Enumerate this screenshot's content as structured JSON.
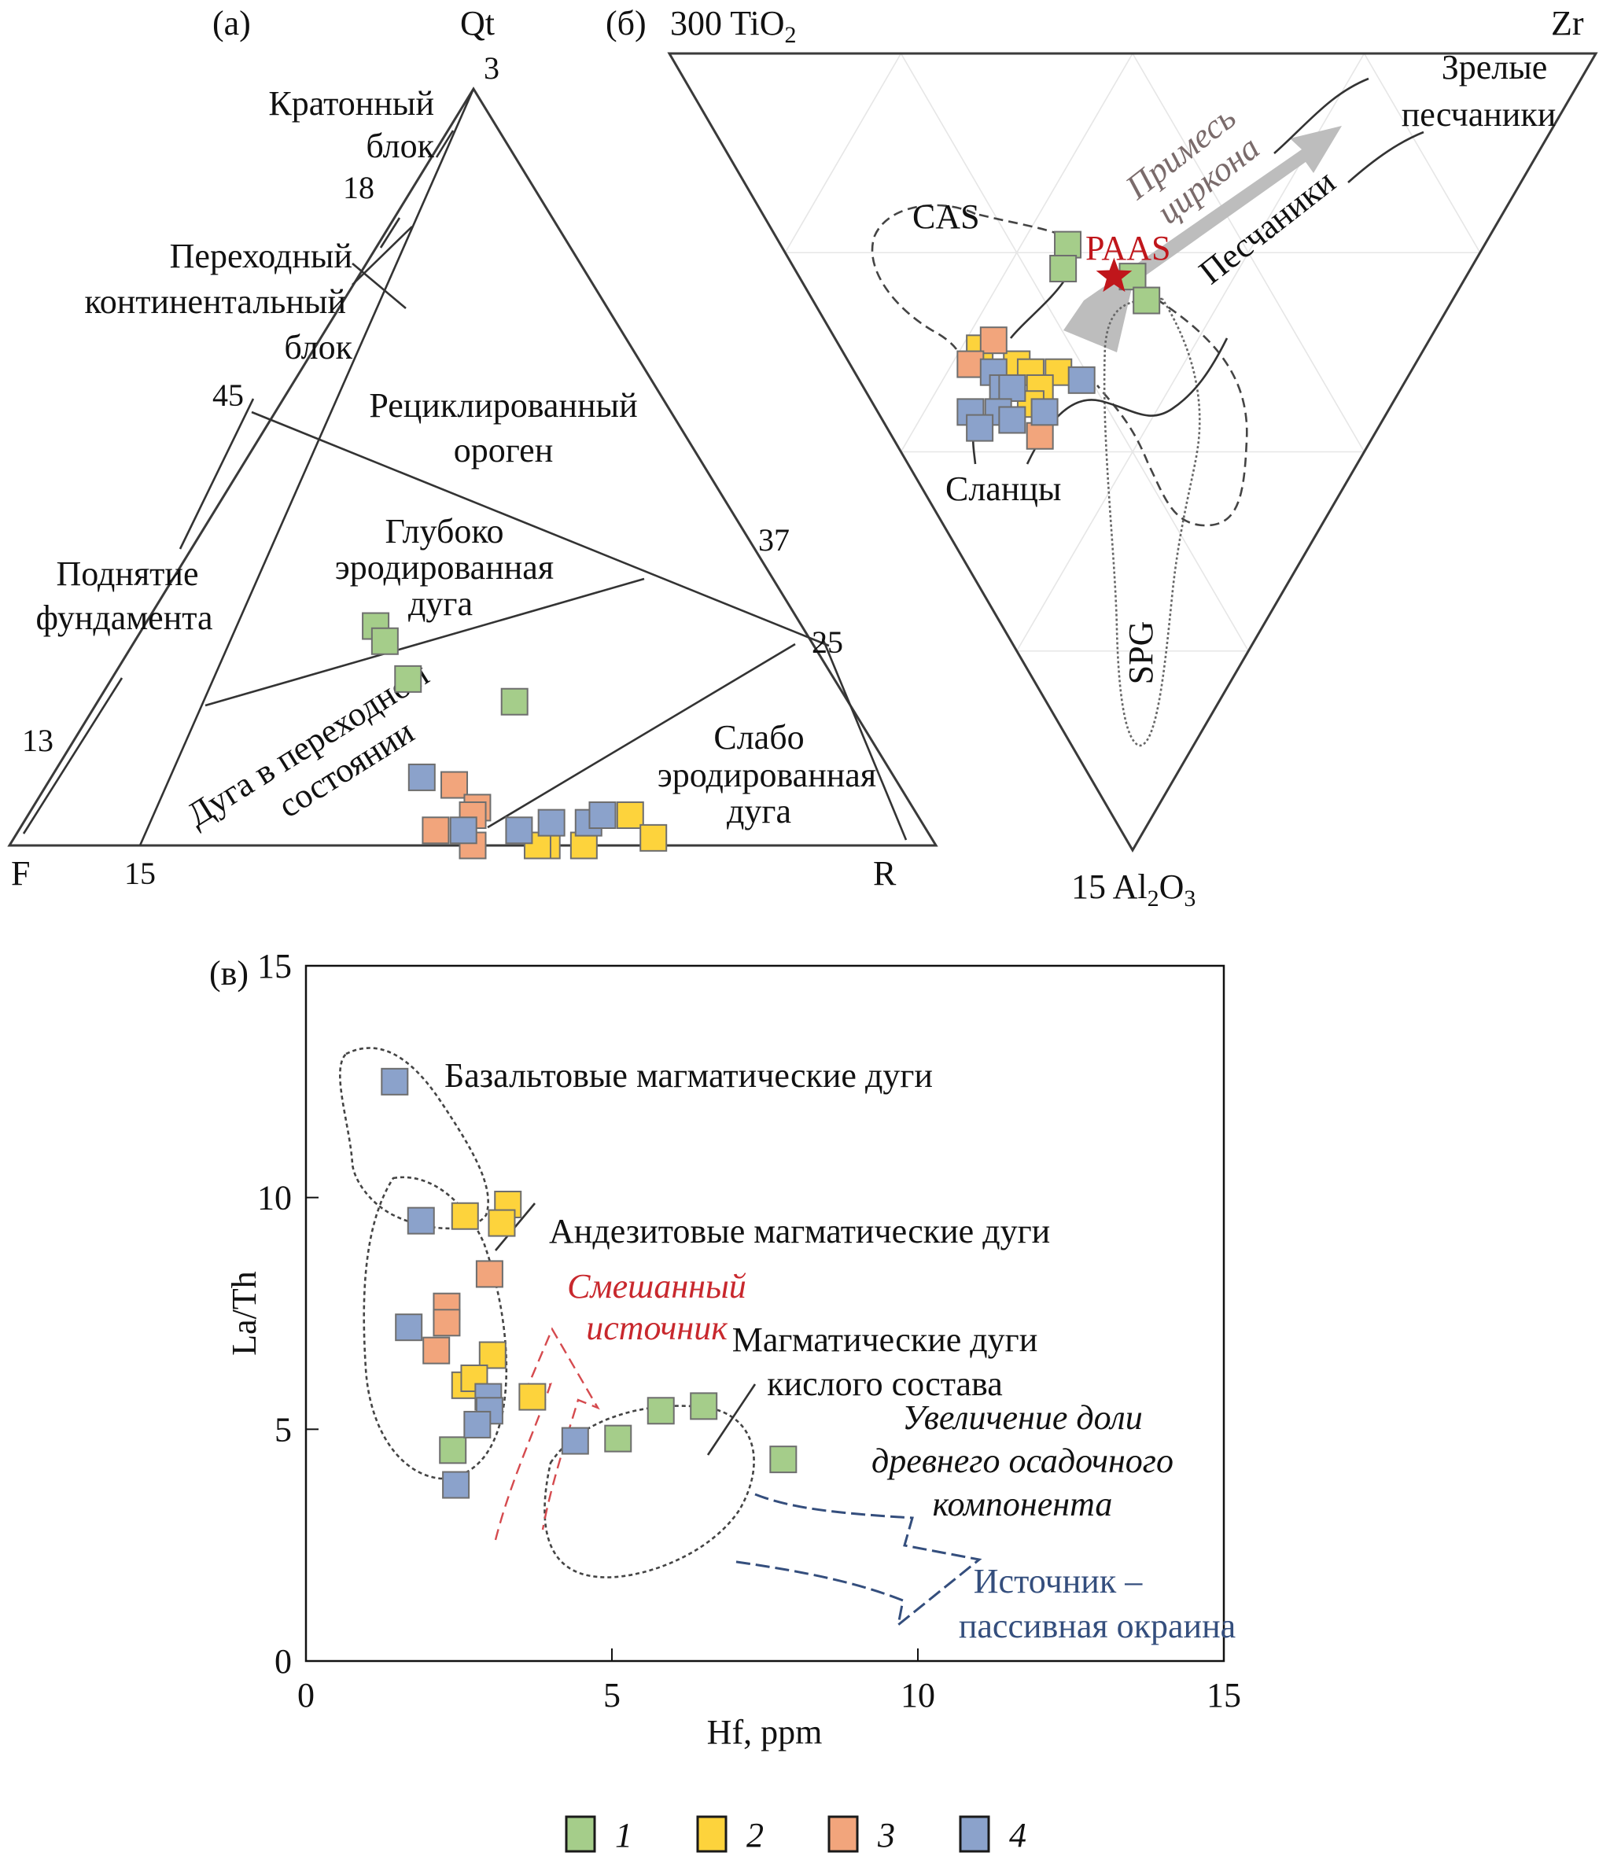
{
  "chart_data": [
    {
      "panel": "а",
      "type": "scatter",
      "subtype": "ternary",
      "panel_label": "(а)",
      "vertices": {
        "top": "Qt",
        "left": "F",
        "right": "R"
      },
      "tick_labels": [
        "3",
        "18",
        "45",
        "13",
        "15",
        "37",
        "25"
      ],
      "fields": [
        "Кратонный блок",
        "Переходный континентальный блок",
        "Поднятие фундамента",
        "Рециклированный ороген",
        "Глубоко эродированная дуга",
        "Дуга в переходном состоянии",
        "Слабо эродированная дуга"
      ],
      "field_text": {
        "craton_1": "Кратонный",
        "craton_2": "блок",
        "trans_1": "Переходный",
        "trans_2": "континентальный",
        "trans_3": "блок",
        "uplift_1": "Поднятие",
        "uplift_2": "фундамента",
        "recycled_1": "Рециклированный",
        "recycled_2": "ороген",
        "deep_1": "Глубоко",
        "deep_2": "эродированная",
        "deep_3": "дуга",
        "transarc_1": "Дуга в переходном",
        "transarc_2": "состоянии",
        "weak_1": "Слабо",
        "weak_2": "эродированная",
        "weak_3": "дуга"
      },
      "units": "percent (Qt/F/R)",
      "series": [
        {
          "name": "1",
          "color": "#a5cd8a",
          "points": [
            {
              "Qt": 29,
              "F": 46,
              "R": 25
            },
            {
              "Qt": 27,
              "F": 46,
              "R": 27
            },
            {
              "Qt": 22,
              "F": 46,
              "R": 32
            },
            {
              "Qt": 19,
              "F": 36,
              "R": 45
            }
          ]
        },
        {
          "name": "2",
          "color": "#fdd33c",
          "points": [
            {
              "Qt": 4,
              "F": 31,
              "R": 65
            },
            {
              "Qt": 1,
              "F": 30,
              "R": 69
            },
            {
              "Qt": 0,
              "F": 38,
              "R": 62
            },
            {
              "Qt": 0,
              "F": 42,
              "R": 58
            },
            {
              "Qt": 0,
              "F": 43,
              "R": 57
            }
          ]
        },
        {
          "name": "3",
          "color": "#f2a57c",
          "points": [
            {
              "Qt": 8,
              "F": 48,
              "R": 44
            },
            {
              "Qt": 5,
              "F": 47,
              "R": 48
            },
            {
              "Qt": 4,
              "F": 48,
              "R": 48
            },
            {
              "Qt": 2,
              "F": 53,
              "R": 45
            },
            {
              "Qt": 0,
              "F": 50,
              "R": 50
            }
          ]
        },
        {
          "name": "4",
          "color": "#8ba2cb",
          "points": [
            {
              "Qt": 9,
              "F": 51,
              "R": 40
            },
            {
              "Qt": 2,
              "F": 50,
              "R": 48
            },
            {
              "Qt": 2,
              "F": 44,
              "R": 54
            },
            {
              "Qt": 3,
              "F": 40,
              "R": 57
            },
            {
              "Qt": 3,
              "F": 36,
              "R": 61
            },
            {
              "Qt": 4,
              "F": 34,
              "R": 62
            }
          ]
        }
      ]
    },
    {
      "panel": "б",
      "type": "scatter",
      "subtype": "ternary",
      "panel_label": "(б)",
      "vertices": {
        "top_left": "300 TiO2",
        "top_right": "Zr",
        "bottom": "15 Al2O3"
      },
      "vertex_text": {
        "ti_pre": "300 TiO",
        "ti_sub": "2",
        "zr": "Zr",
        "al_pre": "15 Al",
        "al_sub1": "2",
        "al_mid": "O",
        "al_sub2": "3"
      },
      "annotations": {
        "cas": "CAS",
        "paas": "PAAS",
        "spg": "SPG",
        "shales": "Сланцы",
        "sandstones": "Песчаники",
        "mature_1": "Зрелые",
        "mature_2": "песчаники",
        "zircon_1": "Примесь",
        "zircon_2": "циркона"
      },
      "reference_point": {
        "name": "PAAS",
        "color": "#c0161b",
        "TiO2": 38,
        "Zr": 34,
        "Al2O3": 28
      },
      "units": "percent (300TiO2/Zr/15Al2O3)",
      "series": [
        {
          "name": "1",
          "color": "#a5cd8a",
          "points": [
            {
              "TiO2": 45,
              "Zr": 31,
              "Al2O3": 24
            },
            {
              "TiO2": 44,
              "Zr": 29,
              "Al2O3": 27
            },
            {
              "TiO2": 36,
              "Zr": 36,
              "Al2O3": 28
            },
            {
              "TiO2": 33,
              "Zr": 36,
              "Al2O3": 31
            }
          ]
        },
        {
          "name": "2",
          "color": "#fdd33c",
          "points": [
            {
              "TiO2": 48,
              "Zr": 15,
              "Al2O3": 37
            },
            {
              "TiO2": 43,
              "Zr": 18,
              "Al2O3": 39
            },
            {
              "TiO2": 41,
              "Zr": 19,
              "Al2O3": 40
            },
            {
              "TiO2": 38,
              "Zr": 22,
              "Al2O3": 40
            },
            {
              "TiO2": 39,
              "Zr": 19,
              "Al2O3": 42
            },
            {
              "TiO2": 39,
              "Zr": 17,
              "Al2O3": 44
            }
          ]
        },
        {
          "name": "3",
          "color": "#f2a57c",
          "points": [
            {
              "TiO2": 47,
              "Zr": 17,
              "Al2O3": 36
            },
            {
              "TiO2": 48,
              "Zr": 13,
              "Al2O3": 39
            },
            {
              "TiO2": 36,
              "Zr": 16,
              "Al2O3": 48
            }
          ]
        },
        {
          "name": "4",
          "color": "#8ba2cb",
          "points": [
            {
              "TiO2": 45,
              "Zr": 15,
              "Al2O3": 40
            },
            {
              "TiO2": 43,
              "Zr": 15,
              "Al2O3": 42
            },
            {
              "TiO2": 42,
              "Zr": 16,
              "Al2O3": 42
            },
            {
              "TiO2": 35,
              "Zr": 24,
              "Al2O3": 41
            },
            {
              "TiO2": 45,
              "Zr": 10,
              "Al2O3": 45
            },
            {
              "TiO2": 42,
              "Zr": 13,
              "Al2O3": 45
            },
            {
              "TiO2": 37,
              "Zr": 18,
              "Al2O3": 45
            },
            {
              "TiO2": 43,
              "Zr": 10,
              "Al2O3": 47
            },
            {
              "TiO2": 40,
              "Zr": 14,
              "Al2O3": 46
            }
          ]
        }
      ]
    },
    {
      "panel": "в",
      "type": "scatter",
      "panel_label": "(в)",
      "title": "",
      "xlabel": "Hf, ppm",
      "ylabel": "La/Th",
      "xlim": [
        0,
        15
      ],
      "ylim": [
        0,
        15
      ],
      "xticks": [
        0,
        5,
        10,
        15
      ],
      "yticks": [
        0,
        5,
        10,
        15
      ],
      "grid": false,
      "annotations": {
        "basalt": "Базальтовые магматические дуги",
        "andesite": "Андезитовые магматические дуги",
        "felsic_1": "Магматические дуги",
        "felsic_2": "кислого состава",
        "mixed_1": "Смешанный",
        "mixed_2": "источник",
        "old_1": "Увеличение доли",
        "old_2": "древнего осадочного",
        "old_3": "компонента",
        "passive_1": "Источник –",
        "passive_2": "пассивная окраина"
      },
      "annotation_colors": {
        "mixed": "#c8282d",
        "passive": "#344e7d"
      },
      "series": [
        {
          "name": "1",
          "color": "#a5cd8a",
          "points": [
            [
              2.4,
              4.55
            ],
            [
              5.1,
              4.8
            ],
            [
              5.8,
              5.4
            ],
            [
              6.5,
              5.5
            ],
            [
              7.8,
              4.35
            ]
          ]
        },
        {
          "name": "2",
          "color": "#fdd33c",
          "points": [
            [
              2.6,
              9.6
            ],
            [
              3.3,
              9.85
            ],
            [
              3.2,
              9.45
            ],
            [
              3.05,
              6.6
            ],
            [
              2.6,
              5.95
            ],
            [
              2.75,
              6.1
            ],
            [
              3.7,
              5.7
            ]
          ]
        },
        {
          "name": "3",
          "color": "#f2a57c",
          "points": [
            [
              3.0,
              8.35
            ],
            [
              2.3,
              7.65
            ],
            [
              2.3,
              7.3
            ],
            [
              2.13,
              6.7
            ]
          ]
        },
        {
          "name": "4",
          "color": "#8ba2cb",
          "points": [
            [
              1.45,
              12.5
            ],
            [
              1.88,
              9.5
            ],
            [
              1.68,
              7.2
            ],
            [
              2.98,
              5.7
            ],
            [
              3.0,
              5.4
            ],
            [
              2.8,
              5.1
            ],
            [
              2.45,
              3.8
            ],
            [
              4.4,
              4.75
            ]
          ]
        }
      ]
    }
  ],
  "legend": [
    {
      "label": "1",
      "color": "#a5cd8a"
    },
    {
      "label": "2",
      "color": "#fdd33c"
    },
    {
      "label": "3",
      "color": "#f2a57c"
    },
    {
      "label": "4",
      "color": "#8ba2cb"
    }
  ]
}
